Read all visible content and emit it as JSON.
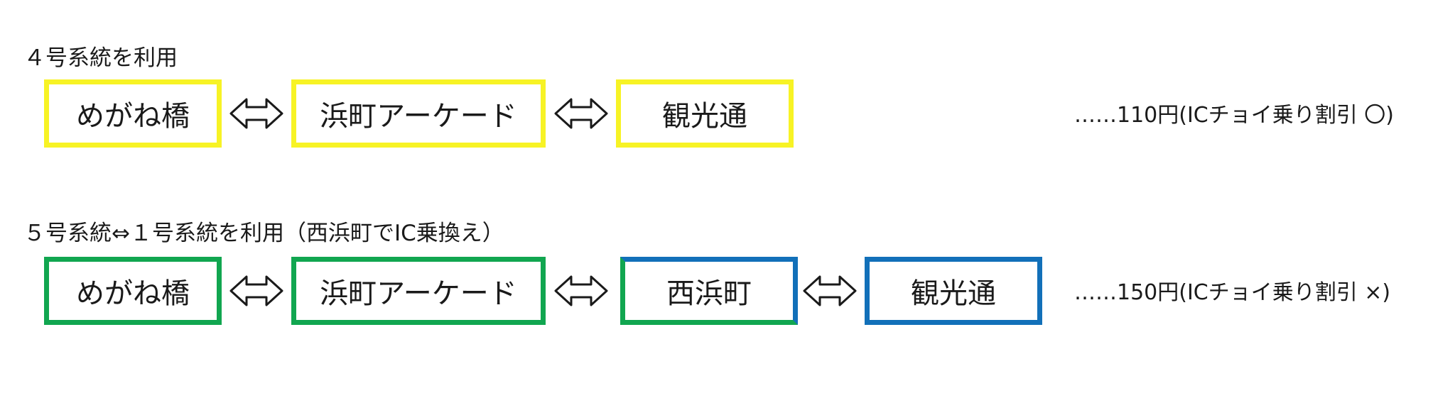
{
  "colors": {
    "yellow": "#f7f325",
    "green": "#11a650",
    "blue": "#1270b9",
    "text": "#1a1a1a",
    "arrow": "#1a1a1a"
  },
  "arrow_icon": "double-headed-arrow",
  "routes": [
    {
      "title": "４号系統を利用",
      "stops": [
        {
          "label": "めがね橋",
          "color": "yellow"
        },
        {
          "label": "浜町アーケード",
          "color": "yellow"
        },
        {
          "label": "観光通",
          "color": "yellow"
        }
      ],
      "fare": "……110円(ICチョイ乗り割引 〇)"
    },
    {
      "title": "５号系統⇔１号系統を利用（西浜町でIC乗換え）",
      "stops": [
        {
          "label": "めがね橋",
          "color": "green"
        },
        {
          "label": "浜町アーケード",
          "color": "green"
        },
        {
          "label": "西浜町",
          "color": "green-blue"
        },
        {
          "label": "観光通",
          "color": "blue"
        }
      ],
      "fare": "……150円(ICチョイ乗り割引 ×)"
    }
  ]
}
